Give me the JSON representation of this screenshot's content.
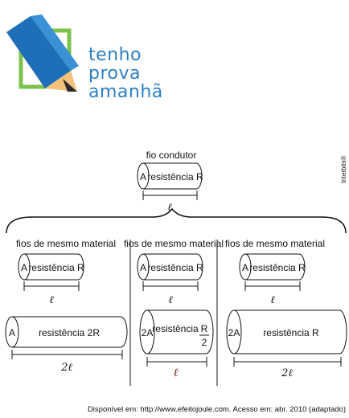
{
  "logo": {
    "line1": "tenho",
    "line2": "prova",
    "line3": "amanhã"
  },
  "figure": {
    "side_credit": "Interbits®",
    "top": {
      "title": "fio condutor",
      "end_label": "A",
      "body_label": "resistência R",
      "length_label": "ℓ"
    },
    "columns": [
      {
        "title": "fios de mesmo material",
        "upper": {
          "end_label": "A",
          "body_label": "resistência R",
          "length_label": "ℓ"
        },
        "lower": {
          "end_label": "A",
          "body_label": "resistência 2R",
          "length_label": "2ℓ"
        }
      },
      {
        "title": "fios de mesmo material",
        "upper": {
          "end_label": "A",
          "body_label": "resistência R",
          "length_label": "ℓ"
        },
        "lower": {
          "end_label": "2A",
          "body_label": "resistência",
          "fraction_num": "R",
          "fraction_den": "2",
          "length_label": "ℓ"
        }
      },
      {
        "title": "fios de mesmo material",
        "upper": {
          "end_label": "A",
          "body_label": "resistência R",
          "length_label": "ℓ"
        },
        "lower": {
          "end_label": "2A",
          "body_label": "resistência R",
          "length_label": "2ℓ"
        }
      }
    ],
    "source_note": "Disponível em: http://www.efeitojoule.com. Acesso em: abr. 2010 (adaptado)"
  }
}
